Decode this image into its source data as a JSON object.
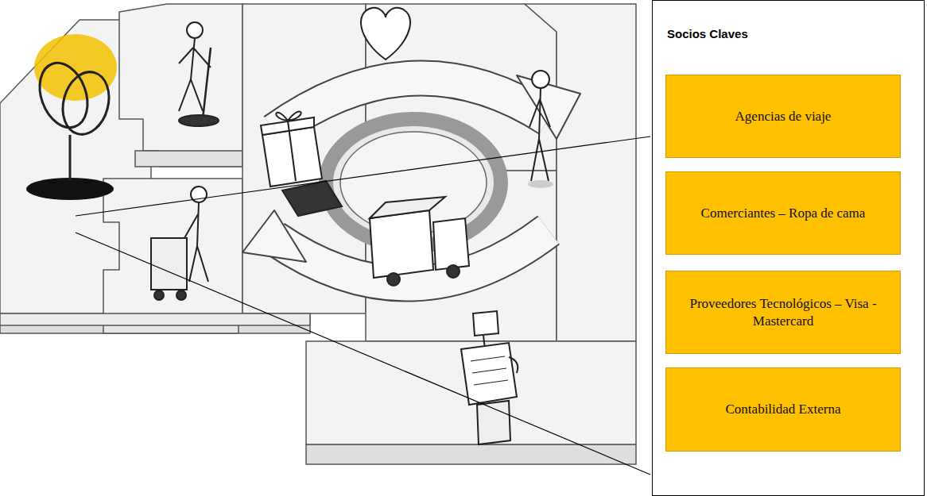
{
  "diagram": {
    "nodes": [
      {
        "text": [
          "Socios Claves"
        ]
      },
      {
        "text": [
          "Agencias de viaje"
        ],
        "in": 0
      },
      {
        "text": [
          "Comerciantes – Ropa de cama"
        ],
        "in": 0
      },
      {
        "text": [
          "Proveedores Tecnológicos – Visa - Mastercard"
        ],
        "in": 0
      },
      {
        "text": [
          "Contabilidad Externa"
        ],
        "in": 0
      }
    ]
  }
}
